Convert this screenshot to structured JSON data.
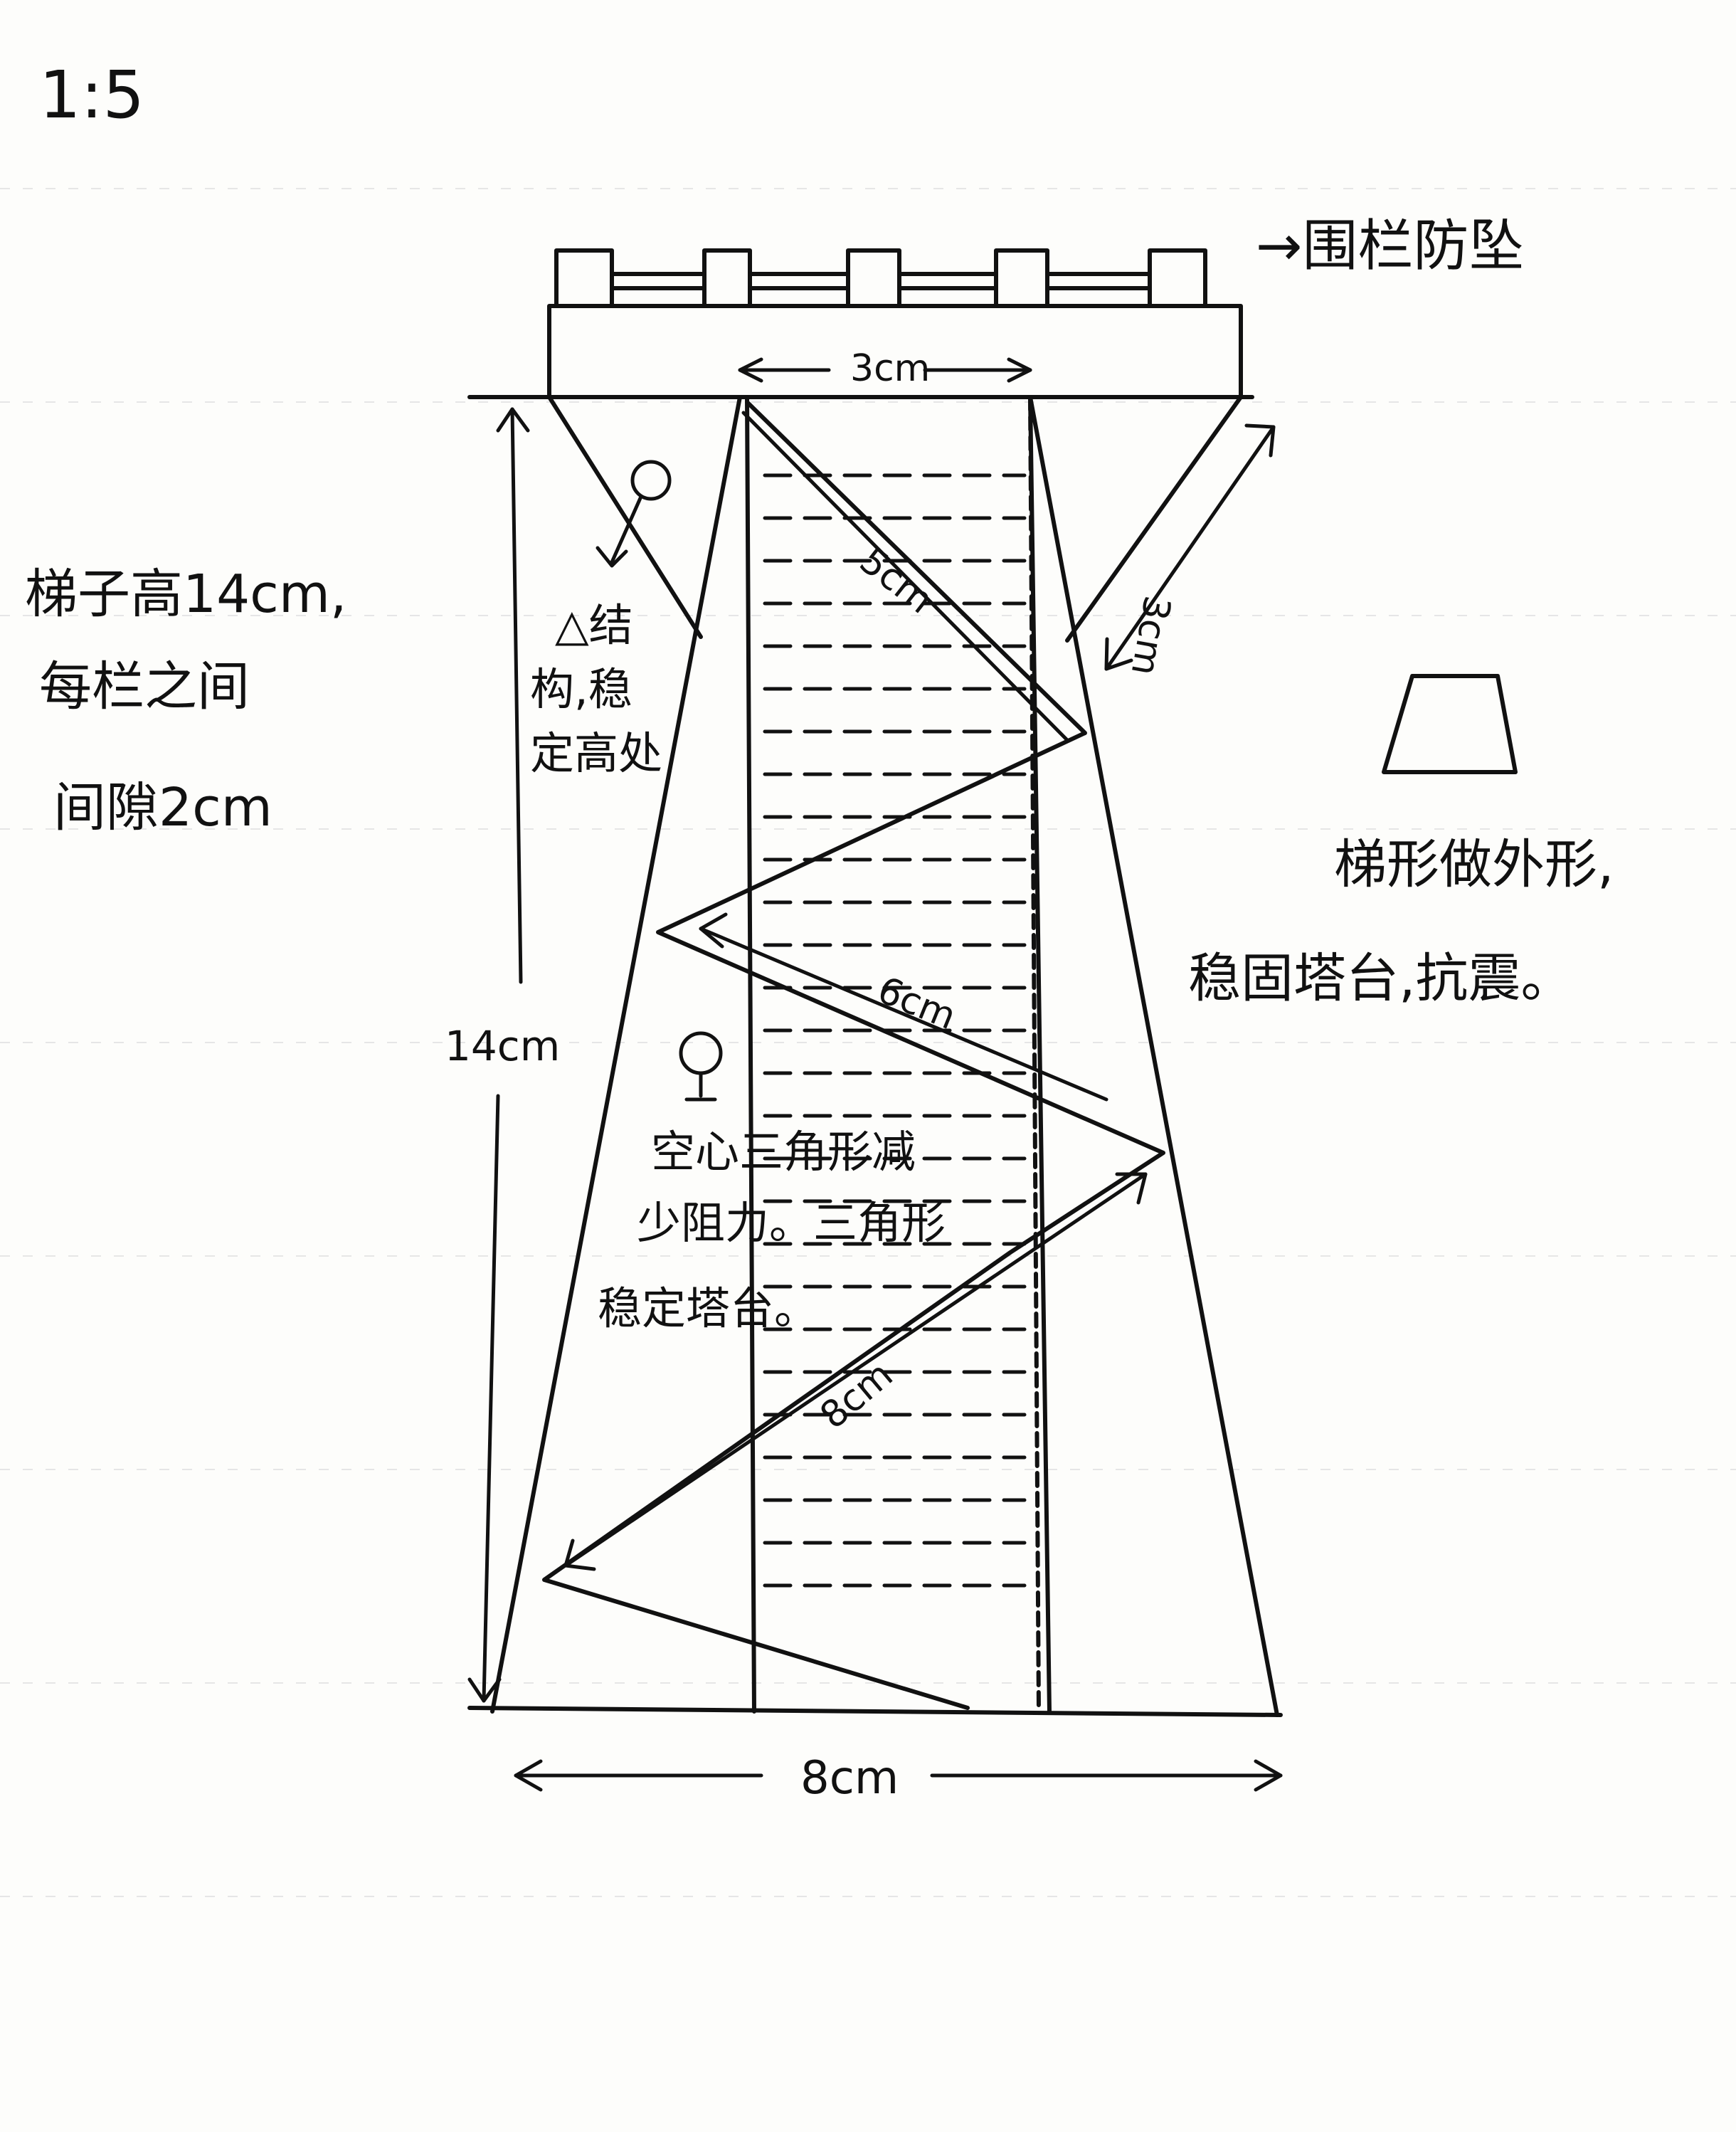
{
  "scale_label": "1:5",
  "labels": {
    "guardrail": "→围栏防坠",
    "ladder_note_line1": "梯子高14cm,",
    "ladder_note_line2": "每栏之间",
    "ladder_note_line3": "间隙2cm",
    "triangle_note_line1": "△结",
    "triangle_note_line2": "构,稳",
    "triangle_note_line3": "定高处",
    "trapezoid_note_line1": "梯形做外形,",
    "trapezoid_note_line2": "稳固塔台,抗震。",
    "hollow_note_line1": "空心三角形减",
    "hollow_note_line2": "少阻力。三角形",
    "hollow_note_line3": "稳定塔台。"
  },
  "dimensions": {
    "top_width": "3cm",
    "side_length": "3cm",
    "diag_upper": "5cm",
    "diag_middle": "6cm",
    "diag_lower": "8cm",
    "height": "14cm",
    "base_width": "8cm"
  },
  "colors": {
    "ink": "#111111",
    "paper": "#fdfdfb",
    "ruled": "#e6e6e6"
  }
}
